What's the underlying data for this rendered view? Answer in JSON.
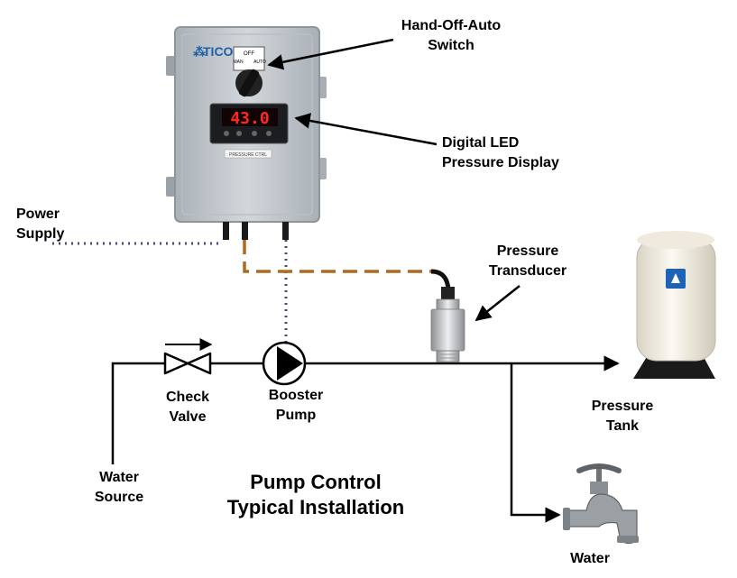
{
  "labels": {
    "hoa_switch": [
      "Hand-Off-Auto",
      "Switch"
    ],
    "led_display": [
      "Digital LED",
      "Pressure Display"
    ],
    "power_supply": [
      "Power",
      "Supply"
    ],
    "pressure_transducer": [
      "Pressure",
      "Transducer"
    ],
    "check_valve": [
      "Check",
      "Valve"
    ],
    "booster_pump": [
      "Booster",
      "Pump"
    ],
    "pressure_tank": [
      "Pressure",
      "Tank"
    ],
    "water_source": [
      "Water",
      "Source"
    ],
    "water_outlet": "Water",
    "title": [
      "Pump Control",
      "Typical Installation"
    ]
  },
  "panel": {
    "brand": "TICONN",
    "display_value": "43.0",
    "switch_marks": [
      "OFF",
      "MAN",
      "AUTO"
    ],
    "nameplate": "PRESSURE CTRL"
  },
  "colors": {
    "line": "#000000",
    "dotted_wire": "#4a4a7a",
    "dashed_cable": "#b06a1f",
    "led": "#ff2a1a",
    "enclosure": "#c6ccd1"
  },
  "icons": [
    "tank-logo-icon",
    "faucet-icon",
    "pump-icon",
    "check-valve-icon"
  ]
}
